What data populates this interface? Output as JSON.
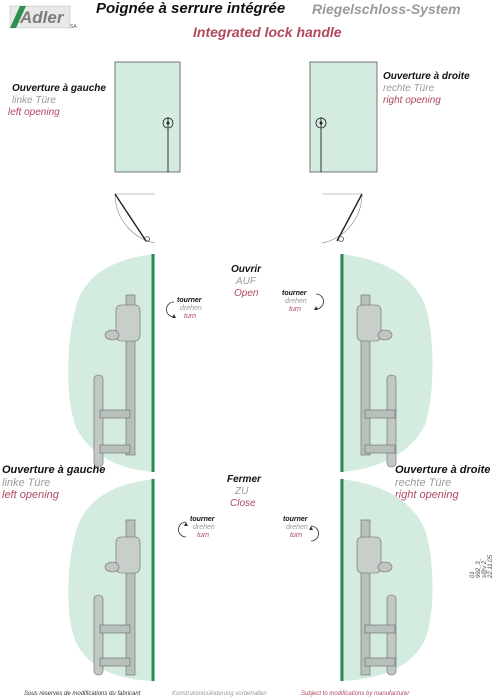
{
  "header": {
    "brand": "Adler SA",
    "title_fr": "Poignée à serrure intégrée",
    "title_de": "Riegelschloss-System",
    "title_en": "Integrated lock handle"
  },
  "top_left": {
    "fr": "Ouverture à gauche",
    "de": "linke Türe",
    "en": "left opening"
  },
  "top_right": {
    "fr": "Ouverture à droite",
    "de": "rechte Türe",
    "en": "right opening"
  },
  "open": {
    "fr": "Ouvrir",
    "de": "AUF",
    "en": "Open"
  },
  "close": {
    "fr": "Fermer",
    "de": "ZU",
    "en": "Close"
  },
  "turn": {
    "fr": "tourner",
    "de": "drehen",
    "en": "turn"
  },
  "bottom_left": {
    "fr": "Ouverture à gauche",
    "de": "linke Türe",
    "en": "left opening"
  },
  "bottom_right": {
    "fr": "Ouverture à droite",
    "de": "rechte Türe",
    "en": "right opening"
  },
  "footer": {
    "fr": "Sous réserves de modifications du fabricant",
    "de": "Konstruktionsänderung vorbehalten",
    "en": "Subject to modifications by manufacturer"
  },
  "doc_ref": "01 992_3_ s@v 2   22.11.05",
  "colors": {
    "glass": "#d4ecdf",
    "glass_edge": "#2e8a53",
    "accent": "#b0485e",
    "grey": "#9a9a9a"
  }
}
